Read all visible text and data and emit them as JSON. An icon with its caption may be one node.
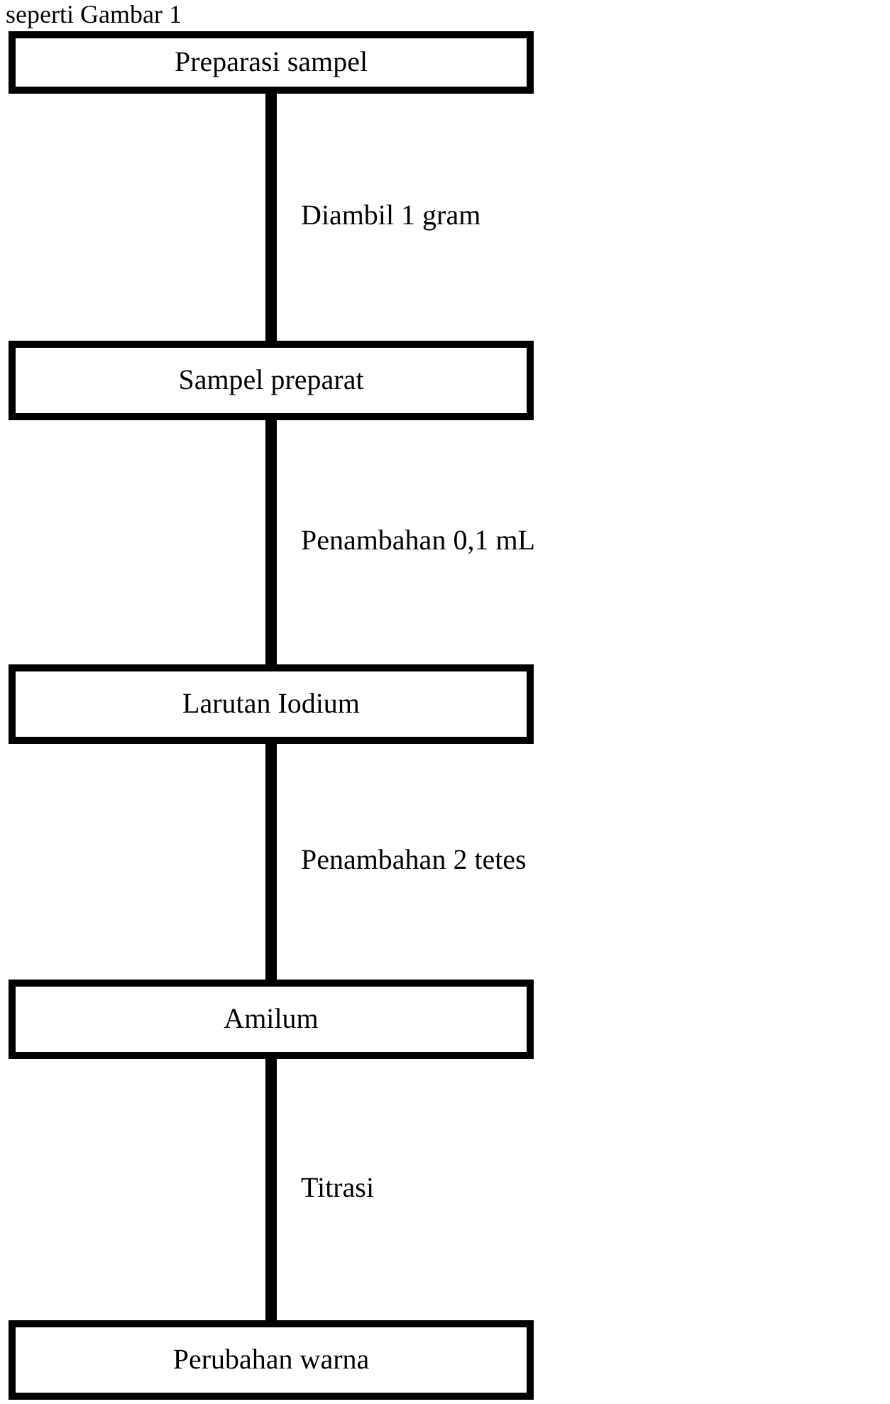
{
  "diagram": {
    "nodes": [
      {
        "text": [
          "Preparasi sampel"
        ]
      },
      {
        "text": [
          "Sampel preparat"
        ]
      },
      {
        "text": [
          "Larutan Iodium"
        ]
      },
      {
        "text": [
          "Amilum"
        ]
      },
      {
        "text": [
          "Perubahan warna"
        ]
      }
    ],
    "edges": [
      {
        "from": 0,
        "to": 1,
        "arrow": "none",
        "label": "Diambil 1 gram"
      },
      {
        "from": 1,
        "to": 2,
        "arrow": "none",
        "label": "Penambahan 0,1 mL"
      },
      {
        "from": 2,
        "to": 3,
        "arrow": "none",
        "label": "Penambahan 2 tetes"
      },
      {
        "from": 3,
        "to": 4,
        "arrow": "none",
        "label": "Titrasi"
      }
    ],
    "labels": [
      "seperti Gambar 1"
    ]
  }
}
